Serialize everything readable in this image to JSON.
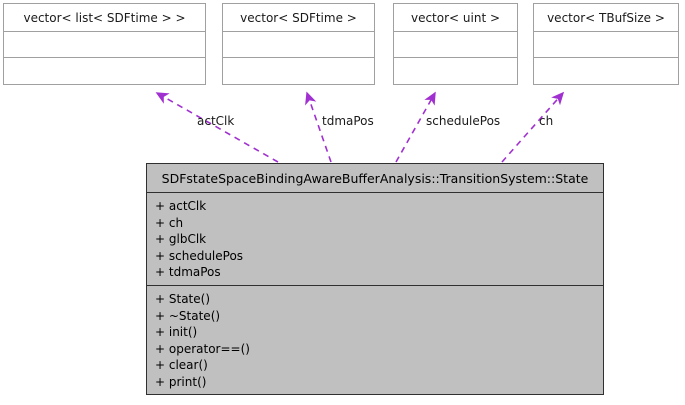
{
  "diagram": {
    "type": "uml-class-collaboration-diagram",
    "background_color": "#ffffff",
    "edge_color": "#a030d0",
    "main_class_fill": "#c0c0c0",
    "main_class_border": "#303030",
    "template_class_fill": "#ffffff",
    "template_class_border": "#a0a0a0"
  },
  "template_nodes": [
    {
      "name": "vector< list< SDFtime > >"
    },
    {
      "name": "vector< SDFtime >"
    },
    {
      "name": "vector< uint >"
    },
    {
      "name": "vector< TBufSize >"
    }
  ],
  "main_class": {
    "title": "SDFstateSpaceBindingAwareBufferAnalysis::TransitionSystem::State",
    "attributes": [
      "+ actClk",
      "+ ch",
      "+ glbClk",
      "+ schedulePos",
      "+ tdmaPos"
    ],
    "operations": [
      "+ State()",
      "+ ~State()",
      "+ init()",
      "+ operator==()",
      "+ clear()",
      "+ print()"
    ]
  },
  "edges": [
    {
      "label": "actClk",
      "from": "main_class",
      "to": "vector< list< SDFtime > >"
    },
    {
      "label": "tdmaPos",
      "from": "main_class",
      "to": "vector< SDFtime >"
    },
    {
      "label": "schedulePos",
      "from": "main_class",
      "to": "vector< uint >"
    },
    {
      "label": "ch",
      "from": "main_class",
      "to": "vector< TBufSize >"
    }
  ]
}
